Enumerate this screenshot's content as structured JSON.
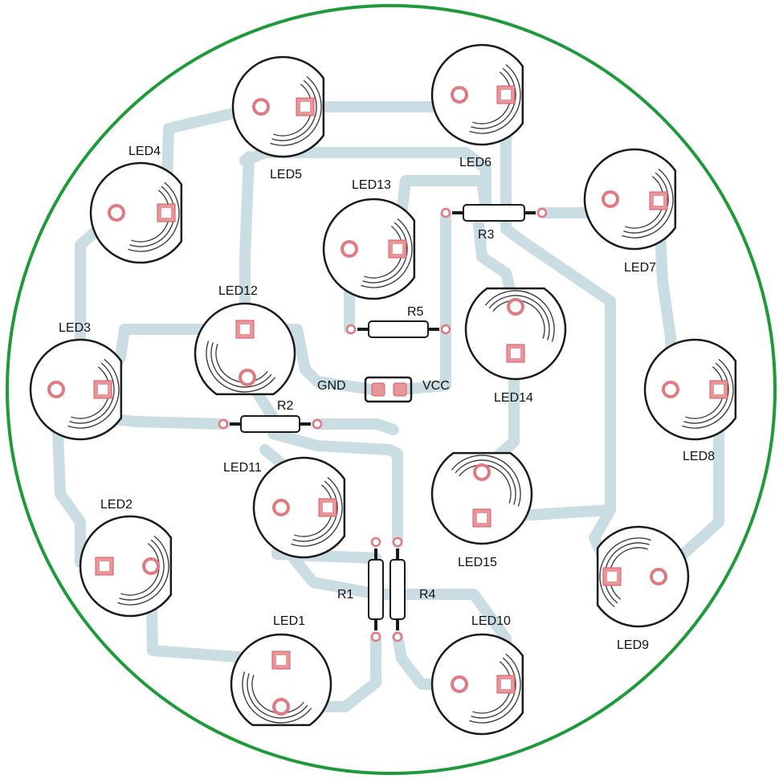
{
  "board": {
    "edge_color": "#1f9a3a",
    "trace_color": "#c9dde3",
    "pad_color": "#e07a80"
  },
  "leds": [
    {
      "id": "led1",
      "label": "LED1"
    },
    {
      "id": "led2",
      "label": "LED2"
    },
    {
      "id": "led3",
      "label": "LED3"
    },
    {
      "id": "led4",
      "label": "LED4"
    },
    {
      "id": "led5",
      "label": "LED5"
    },
    {
      "id": "led6",
      "label": "LED6"
    },
    {
      "id": "led7",
      "label": "LED7"
    },
    {
      "id": "led8",
      "label": "LED8"
    },
    {
      "id": "led9",
      "label": "LED9"
    },
    {
      "id": "led10",
      "label": "LED10"
    },
    {
      "id": "led11",
      "label": "LED11"
    },
    {
      "id": "led12",
      "label": "LED12"
    },
    {
      "id": "led13",
      "label": "LED13"
    },
    {
      "id": "led14",
      "label": "LED14"
    },
    {
      "id": "led15",
      "label": "LED15"
    }
  ],
  "resistors": [
    {
      "id": "r1",
      "label": "R1"
    },
    {
      "id": "r2",
      "label": "R2"
    },
    {
      "id": "r3",
      "label": "R3"
    },
    {
      "id": "r4",
      "label": "R4"
    },
    {
      "id": "r5",
      "label": "R5"
    }
  ],
  "connector": {
    "gnd_label": "GND",
    "vcc_label": "VCC"
  }
}
